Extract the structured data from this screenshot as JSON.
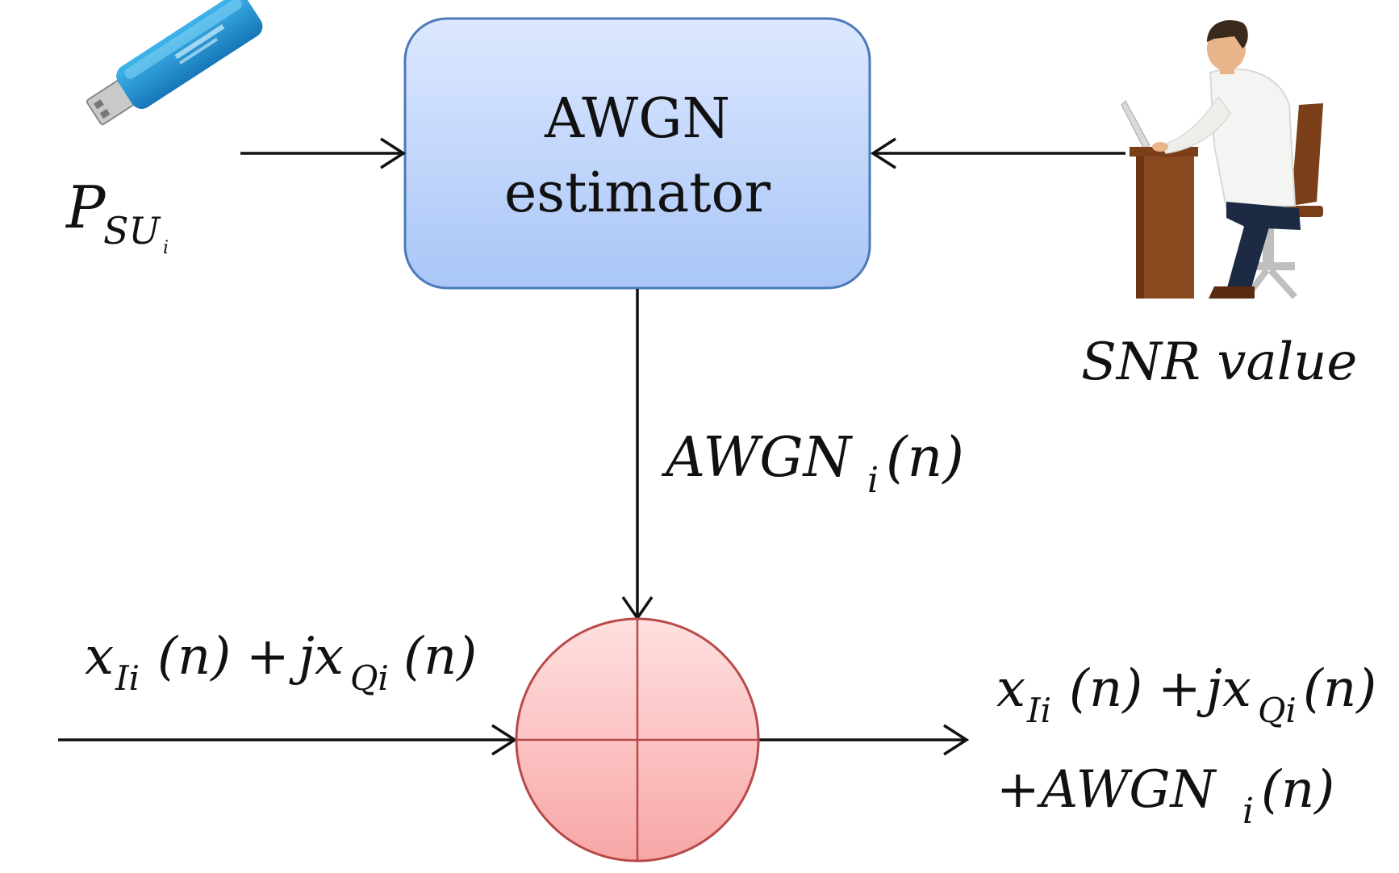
{
  "box": {
    "line1": "AWGN",
    "line2": "estimator"
  },
  "labels": {
    "psu_main": "P",
    "psu_sub": "SU",
    "psu_subsub": "i",
    "snr": "SNR value",
    "awgn_main": "AWGN",
    "awgn_sub": "i",
    "awgn_arg": "(n)",
    "input_x": "x",
    "input_x_sub": "Ii",
    "input_n1": "(n)",
    "input_plus": "+",
    "input_j": "jx",
    "input_q_sub": "Qi",
    "input_n2": "(n)",
    "out1_x": "x",
    "out1_x_sub": "Ii",
    "out1_n1": "(n)",
    "out1_plus": "+",
    "out1_j": "jx",
    "out1_q_sub": "Qi",
    "out1_n2": "(n)",
    "out2_plus": "+",
    "out2_awgn": "AWGN",
    "out2_sub": "i",
    "out2_arg": "(n)"
  },
  "colors": {
    "box_top": "#dde8ff",
    "box_bottom": "#a9c6f7",
    "box_stroke": "#4a7ab8",
    "adder_top": "#ffe0e0",
    "adder_bottom": "#f8a6a6",
    "adder_stroke": "#b84a4a"
  },
  "icons": {
    "source_device": "usb-dongle-icon",
    "user": "person-at-desk-icon"
  }
}
